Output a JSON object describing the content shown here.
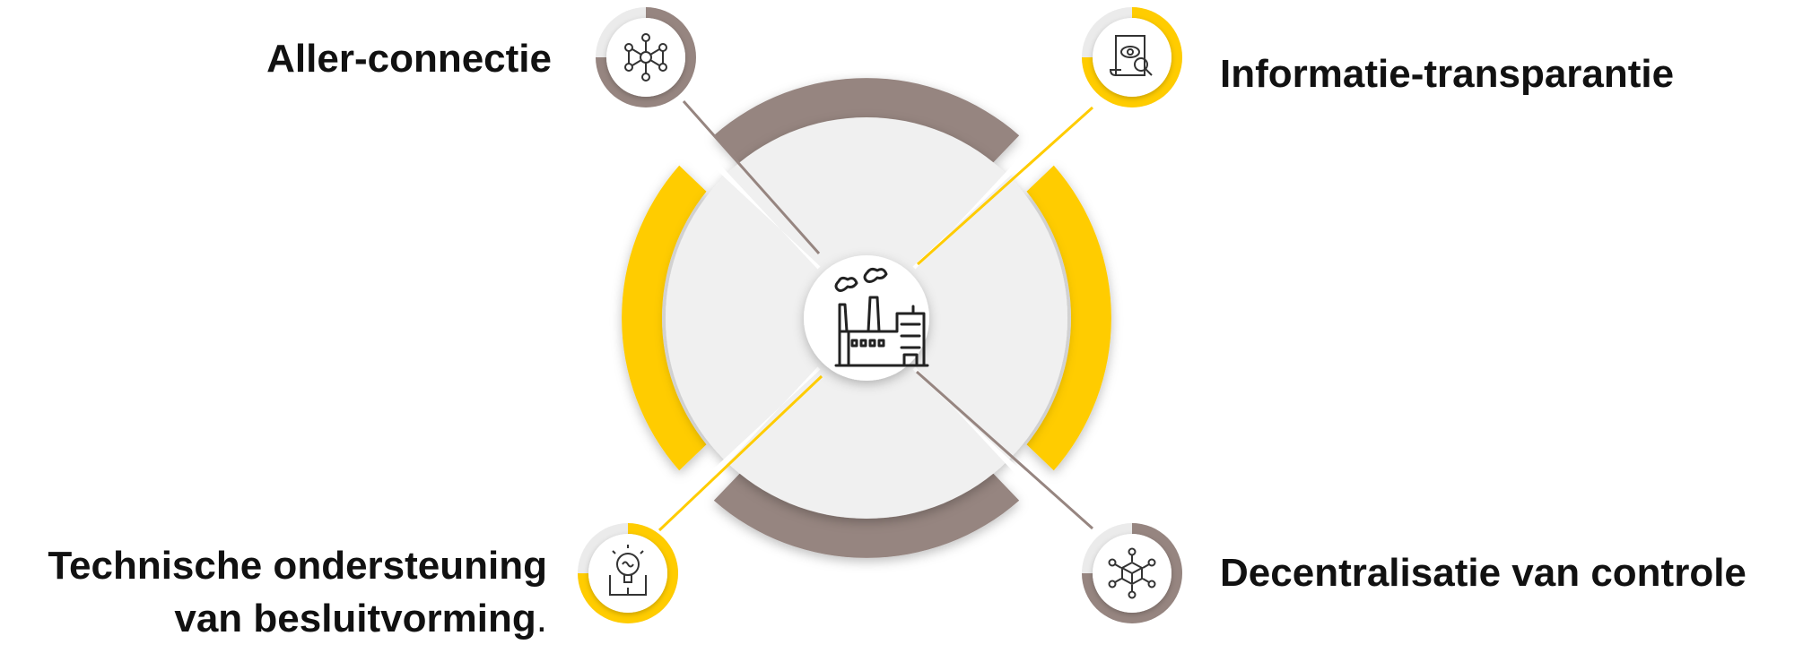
{
  "colors": {
    "taupe": "#968580",
    "yellow": "#FFCC00",
    "disc": "#f0f0f0",
    "ring_track": "#ebebeb",
    "icon_stroke": "#222222",
    "text": "#111111"
  },
  "center": {
    "icon": "factory-icon"
  },
  "items": [
    {
      "key": "aller",
      "label": "Aller-connectie",
      "icon": "network-nodes-icon",
      "color": "taupe"
    },
    {
      "key": "info",
      "label": "Informatie-transparantie",
      "icon": "document-eye-magnifier-icon",
      "color": "yellow"
    },
    {
      "key": "dec",
      "label": "Decentralisatie van controle",
      "icon": "cube-network-icon",
      "color": "taupe"
    },
    {
      "key": "tech",
      "label_line1": "Technische ondersteuning",
      "label_line2": "van besluitvorming",
      "label_suffix": ".",
      "icon": "brain-lightbulb-book-icon",
      "color": "yellow"
    }
  ]
}
